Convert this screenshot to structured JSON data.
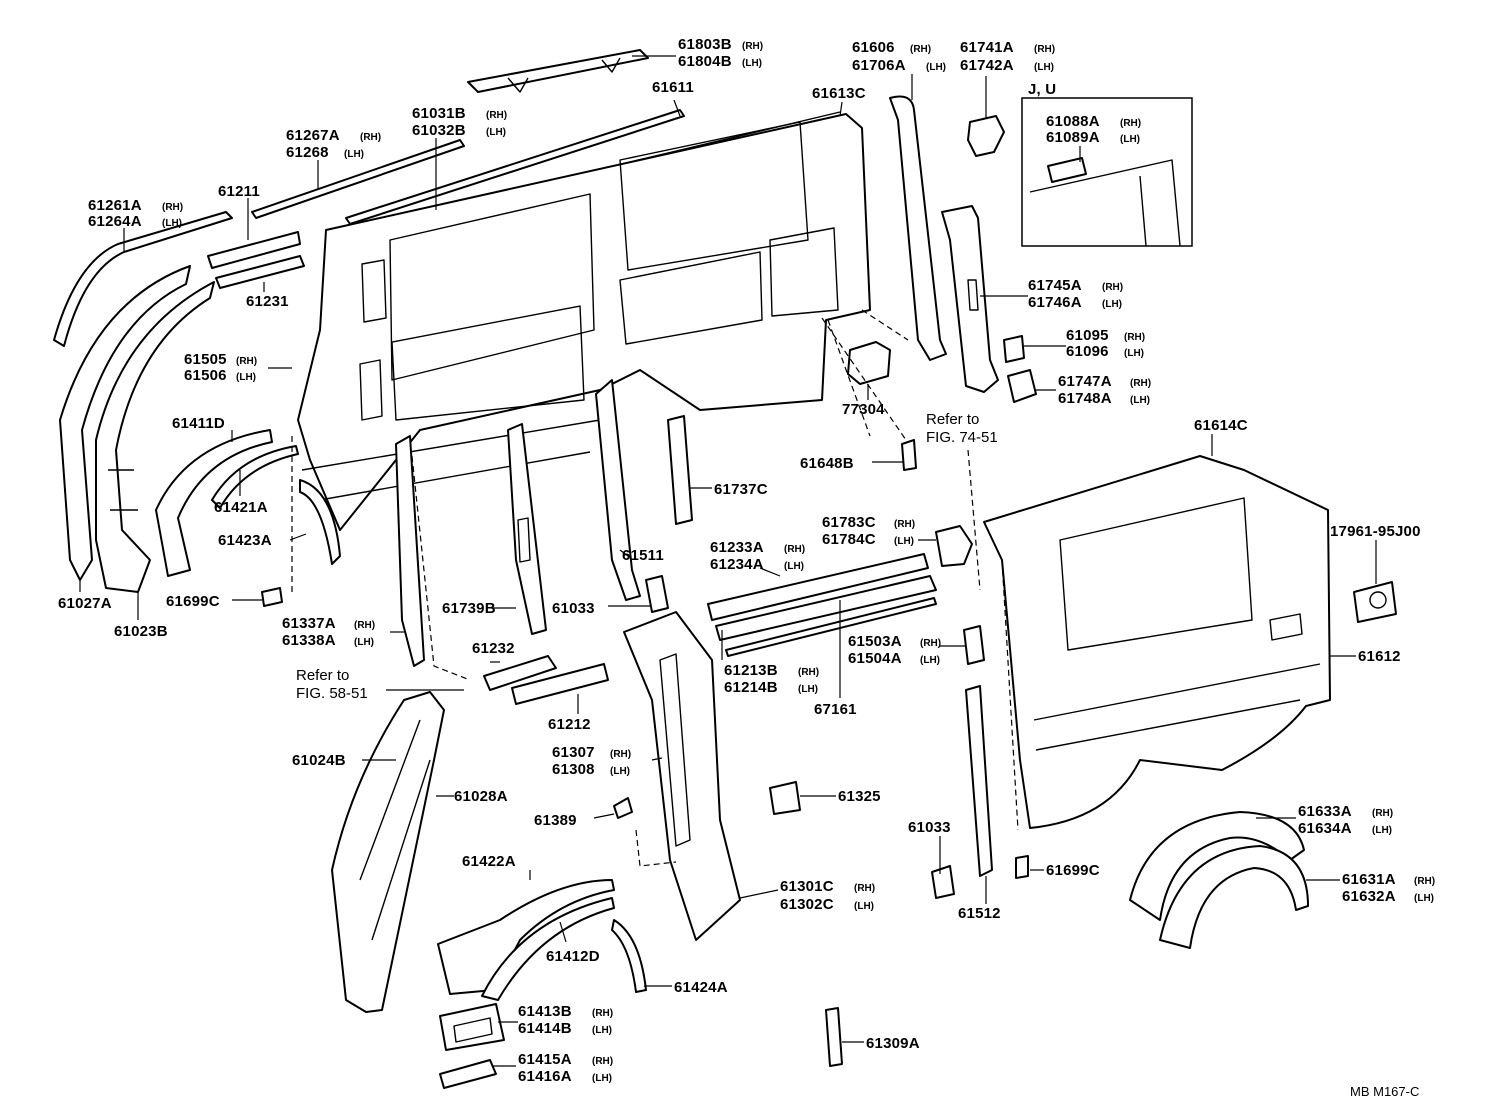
{
  "diagram_code": "MB  M167-C",
  "inset": {
    "label": "J, U"
  },
  "notes": {
    "ref_58": [
      "Refer to",
      "FIG. 58-51"
    ],
    "ref_74": [
      "Refer to",
      "FIG. 74-51"
    ]
  },
  "labels": {
    "p61803": [
      "61803B",
      "(RH)",
      "61804B",
      "(LH)"
    ],
    "p61611": [
      "61611"
    ],
    "p61606": [
      "61606",
      "(RH)",
      "61706A",
      "(LH)"
    ],
    "p61741": [
      "61741A",
      "(RH)",
      "61742A",
      "(LH)"
    ],
    "p61088": [
      "61088A",
      "(RH)",
      "61089A",
      "(LH)"
    ],
    "p61613": [
      "61613C"
    ],
    "p61031": [
      "61031B",
      "(RH)",
      "61032B",
      "(LH)"
    ],
    "p61267": [
      "61267A",
      "(RH)",
      "61268",
      "(LH)"
    ],
    "p61211": [
      "61211"
    ],
    "p61261": [
      "61261A",
      "(RH)",
      "61264A",
      "(LH)"
    ],
    "p61231": [
      "61231"
    ],
    "p61745": [
      "61745A",
      "(RH)",
      "61746A",
      "(LH)"
    ],
    "p61095": [
      "61095",
      "(RH)",
      "61096",
      "(LH)"
    ],
    "p61505": [
      "61505",
      "(RH)",
      "61506",
      "(LH)"
    ],
    "p61747": [
      "61747A",
      "(RH)",
      "61748A",
      "(LH)"
    ],
    "p77304": [
      "77304"
    ],
    "p61411": [
      "61411D"
    ],
    "p61648": [
      "61648B"
    ],
    "p61614": [
      "61614C"
    ],
    "p61737": [
      "61737C"
    ],
    "p61421": [
      "61421A"
    ],
    "p61783": [
      "61783C",
      "(RH)",
      "61784C",
      "(LH)"
    ],
    "p17961": [
      "17961-95J00"
    ],
    "p61423": [
      "61423A"
    ],
    "p61233": [
      "61233A",
      "(RH)",
      "61234A",
      "(LH)"
    ],
    "p61511": [
      "61511"
    ],
    "p61027": [
      "61027A"
    ],
    "p61699a": [
      "61699C"
    ],
    "p61739": [
      "61739B"
    ],
    "p61033a": [
      "61033"
    ],
    "p61023": [
      "61023B"
    ],
    "p61337": [
      "61337A",
      "(RH)",
      "61338A",
      "(LH)"
    ],
    "p61503": [
      "61503A",
      "(RH)",
      "61504A",
      "(LH)"
    ],
    "p61612": [
      "61612"
    ],
    "p61232": [
      "61232"
    ],
    "p61213": [
      "61213B",
      "(RH)",
      "61214B",
      "(LH)"
    ],
    "p67161": [
      "67161"
    ],
    "p61212": [
      "61212"
    ],
    "p61024": [
      "61024B"
    ],
    "p61307": [
      "61307",
      "(RH)",
      "61308",
      "(LH)"
    ],
    "p61028": [
      "61028A"
    ],
    "p61325": [
      "61325"
    ],
    "p61389": [
      "61389"
    ],
    "p61633": [
      "61633A",
      "(RH)",
      "61634A",
      "(LH)"
    ],
    "p61033b": [
      "61033"
    ],
    "p61422": [
      "61422A"
    ],
    "p61699b": [
      "61699C"
    ],
    "p61301": [
      "61301C",
      "(RH)",
      "61302C",
      "(LH)"
    ],
    "p61631": [
      "61631A",
      "(RH)",
      "61632A",
      "(LH)"
    ],
    "p61512": [
      "61512"
    ],
    "p61412": [
      "61412D"
    ],
    "p61424": [
      "61424A"
    ],
    "p61413": [
      "61413B",
      "(RH)",
      "61414B",
      "(LH)"
    ],
    "p61309": [
      "61309A"
    ],
    "p61415": [
      "61415A",
      "(RH)",
      "61416A",
      "(LH)"
    ]
  }
}
